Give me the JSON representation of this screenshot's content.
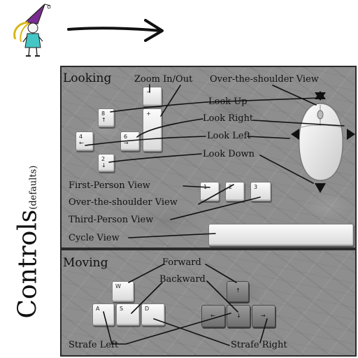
{
  "title": {
    "main": "Controls",
    "sub": "(defaults)"
  },
  "looking": {
    "heading": "Looking",
    "labels": {
      "zoom": "Zoom In/Out",
      "over_shoulder_top": "Over-the-shoulder View",
      "look_up": "Look Up",
      "look_right": "Look Right",
      "look_left": "Look Left",
      "look_down": "Look Down",
      "first_person": "First-Person View",
      "over_shoulder": "Over-the-shoulder View",
      "third_person": "Third-Person View",
      "cycle": "Cycle View"
    },
    "keys": {
      "num8": {
        "top": "8",
        "arrow": "↑"
      },
      "num4": {
        "top": "4",
        "arrow": "←"
      },
      "num6": {
        "top": "6",
        "arrow": "→"
      },
      "num2": {
        "top": "2",
        "arrow": "↓"
      },
      "minus": {
        "top": "−"
      },
      "plus": {
        "top": "+"
      },
      "k1": {
        "top": "1"
      },
      "k2": {
        "top": "2"
      },
      "k3": {
        "top": "3"
      }
    }
  },
  "moving": {
    "heading": "Moving",
    "labels": {
      "forward": "Forward",
      "backward": "Backward",
      "strafe_left": "Strafe Left",
      "strafe_right": "Strafe Right"
    },
    "keys": {
      "w": "W",
      "a": "A",
      "s": "S",
      "d": "D",
      "up": "↑",
      "left": "←",
      "down": "↓",
      "right": "→"
    }
  },
  "colors": {
    "panel": "#8e8e8e",
    "border": "#2a2a2a",
    "hat": "#7a2b91",
    "shirt": "#44c6c6",
    "hair": "#d9b817"
  }
}
